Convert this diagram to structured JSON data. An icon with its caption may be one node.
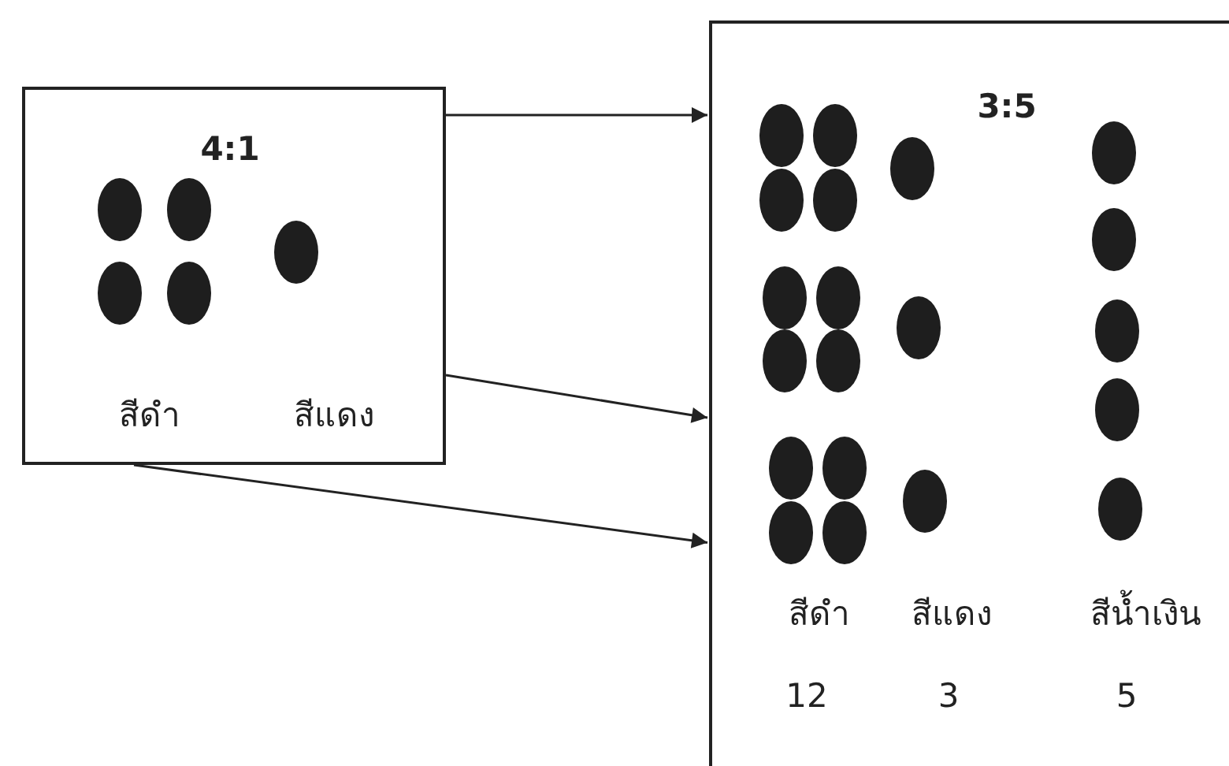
{
  "diagram": {
    "nodes": [
      {
        "text": [
          "4:1",
          "สีดำ",
          "สีแดง"
        ]
      },
      {
        "text": [
          "3:5",
          "สีดำ",
          "สีแดง",
          "สีน้ำเงิน",
          "12",
          "3",
          "5"
        ]
      }
    ],
    "edges": [
      {
        "from": 0,
        "to": 1,
        "arrow": "to"
      },
      {
        "from": 0,
        "to": 1,
        "arrow": "to"
      },
      {
        "from": 0,
        "to": 1,
        "arrow": "to"
      }
    ]
  }
}
